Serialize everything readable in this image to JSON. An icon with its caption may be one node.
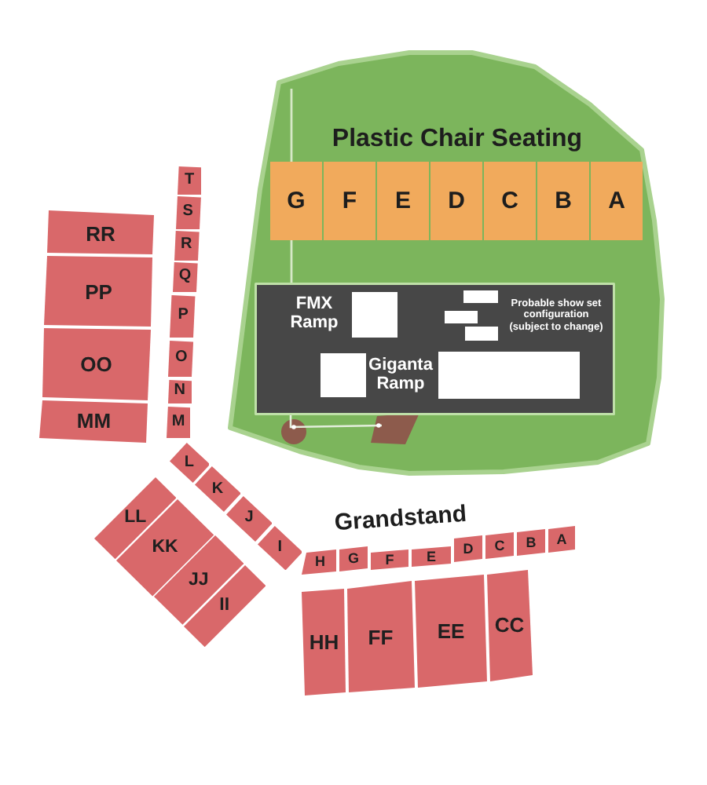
{
  "diagram": {
    "nodes": [
      {
        "text": [
          "Plastic Chair Seating"
        ]
      },
      {
        "text": [
          "G"
        ],
        "in": 0
      },
      {
        "text": [
          "F"
        ],
        "in": 0
      },
      {
        "text": [
          "E"
        ],
        "in": 0
      },
      {
        "text": [
          "D"
        ],
        "in": 0
      },
      {
        "text": [
          "C"
        ],
        "in": 0
      },
      {
        "text": [
          "B"
        ],
        "in": 0
      },
      {
        "text": [
          "A"
        ],
        "in": 0
      },
      {
        "text": [
          "FMX Ramp",
          "Giganta Ramp",
          "Probable show set configuration (subject to change)"
        ],
        "in": 0
      },
      {
        "text": [],
        "shape": "box",
        "in": 8
      },
      {
        "text": [],
        "shape": "box",
        "in": 8
      },
      {
        "text": [],
        "shape": "box",
        "in": 8
      },
      {
        "text": [],
        "shape": "box",
        "in": 8
      },
      {
        "text": [],
        "shape": "box",
        "in": 8
      },
      {
        "text": [],
        "shape": "box",
        "in": 8
      },
      {
        "text": [
          "T"
        ]
      },
      {
        "text": [
          "S"
        ]
      },
      {
        "text": [
          "R"
        ]
      },
      {
        "text": [
          "Q"
        ]
      },
      {
        "text": [
          "P"
        ]
      },
      {
        "text": [
          "O"
        ]
      },
      {
        "text": [
          "N"
        ]
      },
      {
        "text": [
          "M"
        ]
      },
      {
        "text": [
          "RR"
        ]
      },
      {
        "text": [
          "PP"
        ]
      },
      {
        "text": [
          "OO"
        ]
      },
      {
        "text": [
          "MM"
        ]
      },
      {
        "text": [
          "L"
        ]
      },
      {
        "text": [
          "K"
        ]
      },
      {
        "text": [
          "J"
        ]
      },
      {
        "text": [
          "I"
        ]
      },
      {
        "text": [
          "LL"
        ]
      },
      {
        "text": [
          "KK"
        ]
      },
      {
        "text": [
          "JJ"
        ]
      },
      {
        "text": [
          "II"
        ]
      },
      {
        "text": [
          "H"
        ]
      },
      {
        "text": [
          "G"
        ]
      },
      {
        "text": [
          "F"
        ]
      },
      {
        "text": [
          "E"
        ]
      },
      {
        "text": [
          "D"
        ]
      },
      {
        "text": [
          "C"
        ]
      },
      {
        "text": [
          "B"
        ]
      },
      {
        "text": [
          "A"
        ]
      },
      {
        "text": [
          "HH"
        ]
      },
      {
        "text": [
          "FF"
        ]
      },
      {
        "text": [
          "EE"
        ]
      },
      {
        "text": [
          "CC"
        ]
      }
    ],
    "labels": [
      "Grandstand"
    ]
  }
}
